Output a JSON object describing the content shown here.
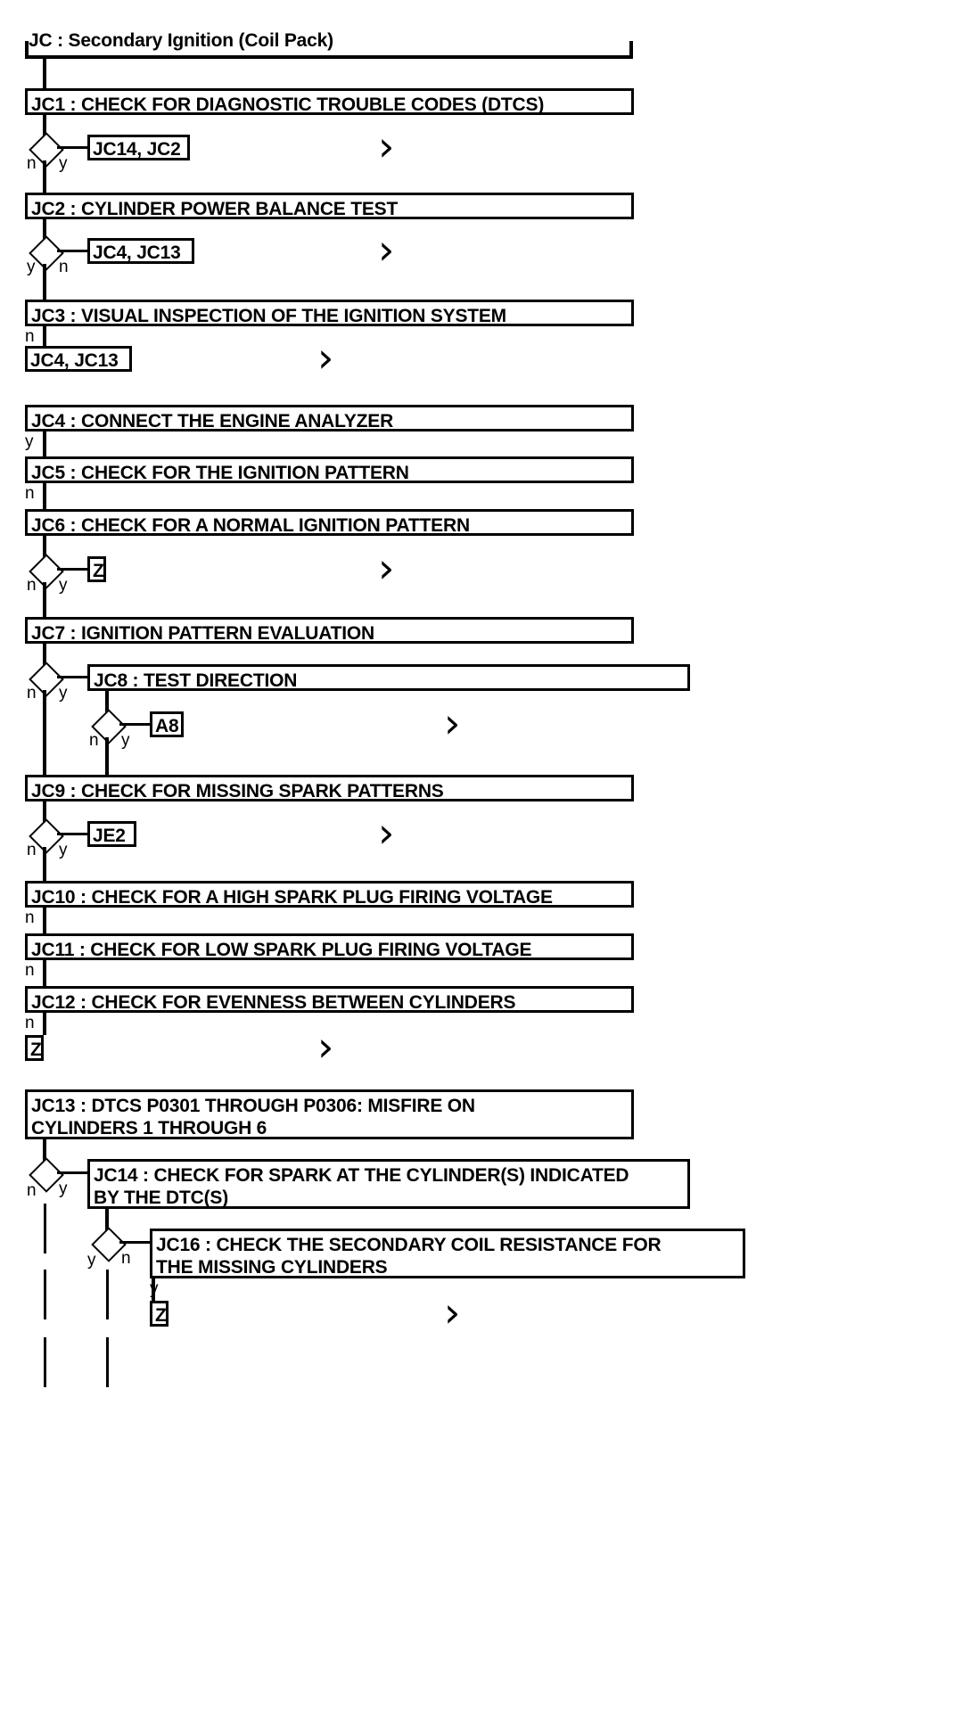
{
  "title": {
    "label": "JC : Secondary Ignition (Coil Pack)"
  },
  "steps": {
    "jc1": "JC1 : CHECK FOR DIAGNOSTIC TROUBLE CODES (DTCS)",
    "jc2": "JC2 : CYLINDER POWER BALANCE TEST",
    "jc3": "JC3 : VISUAL INSPECTION OF THE IGNITION SYSTEM",
    "jc4": "JC4 : CONNECT THE ENGINE ANALYZER",
    "jc5": "JC5 : CHECK FOR THE IGNITION PATTERN",
    "jc6": "JC6 : CHECK FOR A NORMAL IGNITION PATTERN",
    "jc7": "JC7 : IGNITION PATTERN EVALUATION",
    "jc8": "JC8 : TEST DIRECTION",
    "jc9": "JC9 : CHECK FOR MISSING SPARK PATTERNS",
    "jc10": "JC10 : CHECK FOR A HIGH SPARK PLUG FIRING VOLTAGE",
    "jc11": "JC11 : CHECK FOR LOW SPARK PLUG FIRING VOLTAGE",
    "jc12": "JC12 : CHECK FOR EVENNESS BETWEEN CYLINDERS",
    "jc13": "JC13 : DTCS P0301 THROUGH P0306: MISFIRE ON\nCYLINDERS 1 THROUGH 6",
    "jc14": "JC14 : CHECK FOR SPARK AT THE CYLINDER(S) INDICATED\nBY THE DTC(S)",
    "jc16": "JC16 : CHECK THE SECONDARY COIL RESISTANCE FOR\nTHE MISSING CYLINDERS"
  },
  "jumps": {
    "j1": "JC14, JC2",
    "j2": "JC4, JC13",
    "j3": "JC4, JC13",
    "j4": "Z",
    "j5": "A8",
    "j6": "JE2",
    "j7": "Z",
    "j8": "Z"
  },
  "branches": {
    "d1_n": "n",
    "d1_y": "y",
    "d2_y": "y",
    "d2_n": "n",
    "jc3_n": "n",
    "jc4_y": "y",
    "jc5_n": "n",
    "d3_n": "n",
    "d3_y": "y",
    "d4_n": "n",
    "d4_y": "y",
    "d5_n": "n",
    "d5_y": "y",
    "d6_n": "n",
    "d6_y": "y",
    "jc10_n": "n",
    "jc11_n": "n",
    "jc12_n": "n",
    "d7_n": "n",
    "d7_y": "y",
    "d8_y": "y",
    "d8_n": "n",
    "jc16_y": "y"
  },
  "chevrons": {
    "c1": "›",
    "c2": "›",
    "c3": "›",
    "c4": "›",
    "c5": "›",
    "c6": "›",
    "c7": "›",
    "c8": "›"
  },
  "colors": {
    "ink": "#000000",
    "paper": "#ffffff"
  }
}
